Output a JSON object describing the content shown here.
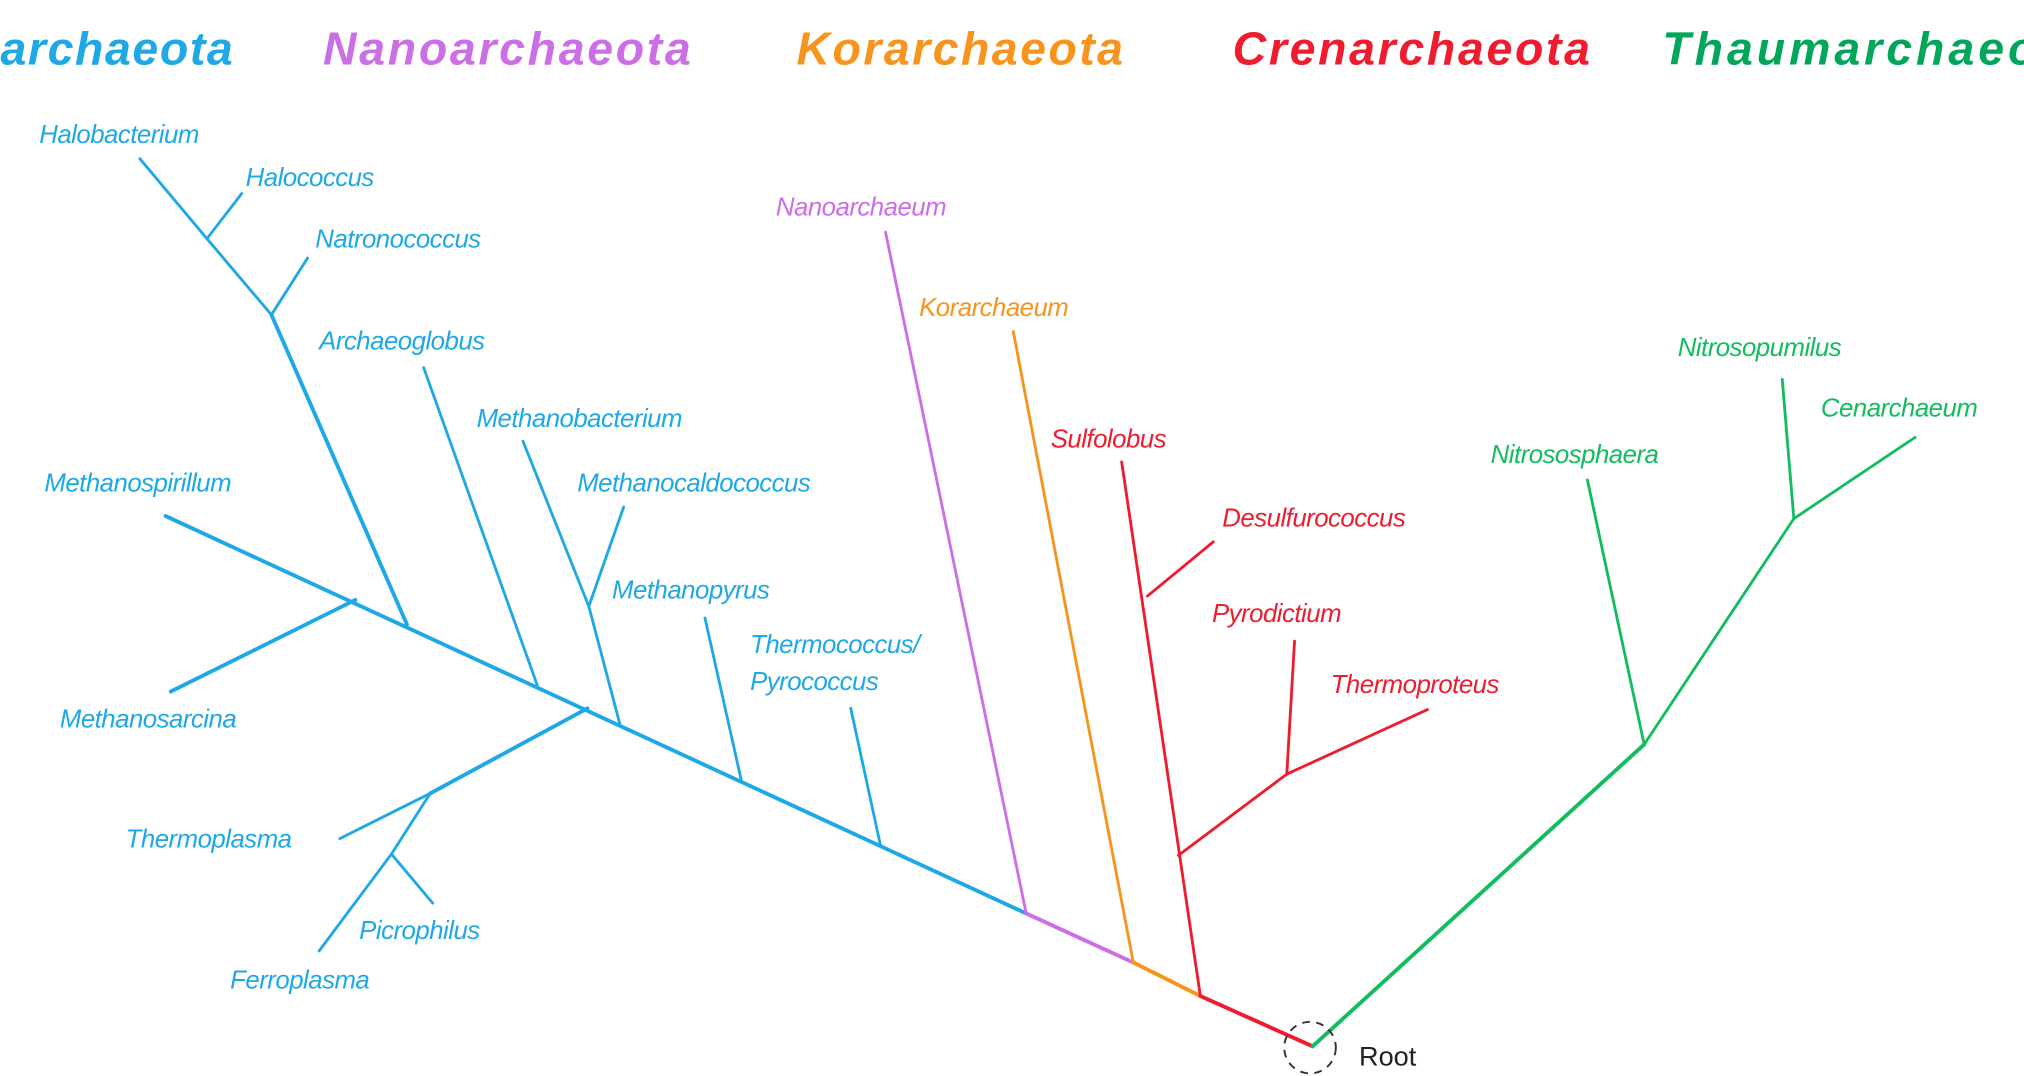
{
  "colors": {
    "euryarchaeota": "#1fa8e6",
    "nanoarchaeota": "#cc6ee6",
    "korarchaeota": "#f7941d",
    "crenarchaeota": "#ee1c2e",
    "thaumarchaeota": "#12bd5f",
    "thaumarchaeota_header": "#00a65a"
  },
  "headers": {
    "euryarchaeota": "archaeota",
    "nanoarchaeota": "Nanoarchaeota",
    "korarchaeota": "Korarchaeota",
    "crenarchaeota": "Crenarchaeota",
    "thaumarchaeota": "Thaumarchaeo"
  },
  "taxa": {
    "halobacterium": "Halobacterium",
    "halococcus": "Halococcus",
    "natronococcus": "Natronococcus",
    "archaeoglobus": "Archaeoglobus",
    "methanobacterium": "Methanobacterium",
    "methanospirillum": "Methanospirillum",
    "methanocaldococcus": "Methanocaldococcus",
    "methanopyrus": "Methanopyrus",
    "thermococcus_line1": "Thermococcus/",
    "thermococcus_line2": "Pyrococcus",
    "methanosarcina": "Methanosarcina",
    "thermoplasma": "Thermoplasma",
    "picrophilus": "Picrophilus",
    "ferroplasma": "Ferroplasma",
    "nanoarchaeum": "Nanoarchaeum",
    "korarchaeum": "Korarchaeum",
    "sulfolobus": "Sulfolobus",
    "desulfurococcus": "Desulfurococcus",
    "pyrodictium": "Pyrodictium",
    "thermoproteus": "Thermoproteus",
    "nitrosopumilus": "Nitrosopumilus",
    "cenarchaeum": "Cenarchaeum",
    "nitrososphaera": "Nitrososphaera"
  },
  "root_label": "Root"
}
